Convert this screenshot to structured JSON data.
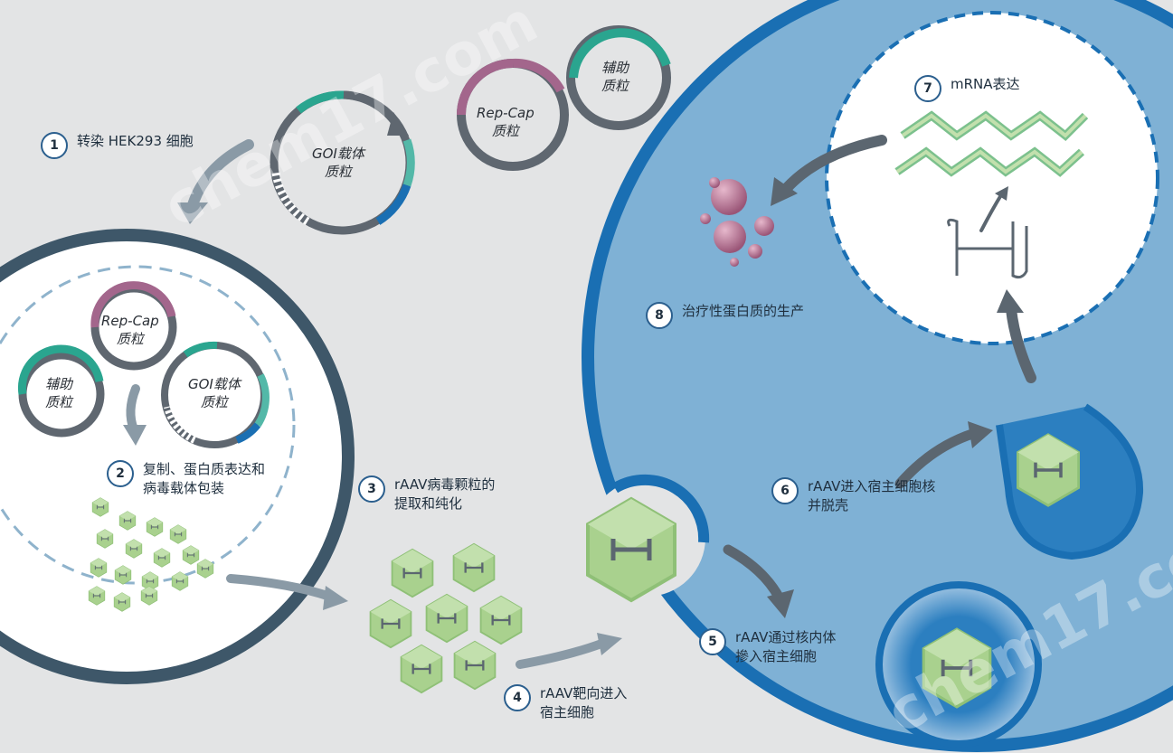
{
  "steps": [
    {
      "num": "1",
      "text": "转染 HEK293 细胞"
    },
    {
      "num": "2",
      "text": "复制、蛋白质表达和\n病毒载体包装"
    },
    {
      "num": "3",
      "text": "rAAV病毒颗粒的\n提取和纯化"
    },
    {
      "num": "4",
      "text": "rAAV靶向进入\n宿主细胞"
    },
    {
      "num": "5",
      "text": "rAAV通过核内体\n摻入宿主细胞"
    },
    {
      "num": "6",
      "text": "rAAV进入宿主细胞核\n并脱壳"
    },
    {
      "num": "7",
      "text": "mRNA表达"
    },
    {
      "num": "8",
      "text": "治疗性蛋白质的生产"
    }
  ],
  "plasmids": {
    "goi": "GOI载体\n质粒",
    "rep_cap": "Rep-Cap\n质粒",
    "helper": "辅助\n质粒"
  },
  "watermark": "chem17.com",
  "colors": {
    "background": "#e3e4e5",
    "host_cell": "#7fb1d5",
    "host_cell_border": "#1a6fb3",
    "producer_cell_border": "#3e5769",
    "capsid_green": "#a9d18e",
    "rep_cap_purple": "#a3668c",
    "helper_teal": "#2aa58f",
    "arrow_gray": "#5b6670",
    "protein_pink": "#a0607f",
    "mrna_green": "#7cc18d"
  }
}
